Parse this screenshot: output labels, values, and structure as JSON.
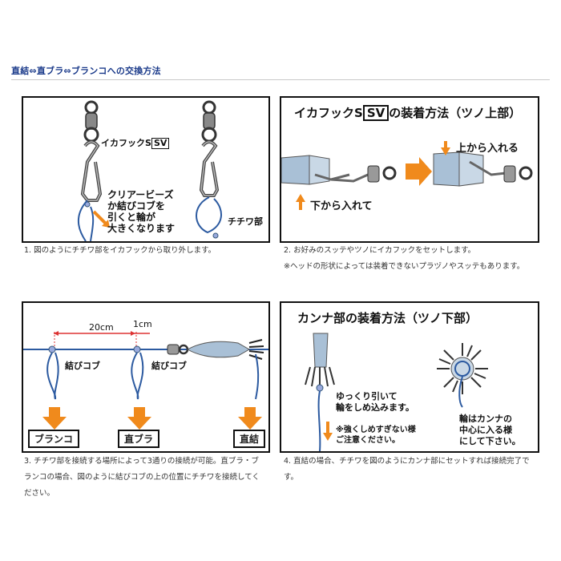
{
  "header": "直結⇔直ブラ⇔ブランコへの交換方法",
  "panel1": {
    "label_hook": "イカフックS",
    "label_sv": "SV",
    "label_beads": "クリアービーズ\nか結びコブを\n引くと輪が\n大きくなります",
    "label_chichiwa": "チチワ部"
  },
  "caption1": "1.  図のようにチチワ部をイカフックから取り外します。",
  "panel2": {
    "title_pre": "イカフックS",
    "title_sv": "SV",
    "title_post": "の装着方法（ツノ上部）",
    "label_top": "上から入れる",
    "label_bottom": "下から入れて"
  },
  "caption2": "2.  お好みのスッテやツノにイカフックをセットします。",
  "caption2b": "※ヘッドの形状によっては装着できないプラヅノやスッテもあります。",
  "panel3": {
    "label_20cm": "20cm",
    "label_1cm": "1cm",
    "label_knot1": "結びコブ",
    "label_knot2": "結びコブ",
    "box_buranko": "ブランコ",
    "box_chokubura": "直ブラ",
    "box_chokketsu": "直結"
  },
  "caption3": "3.  チチワ部を接続する場所によって3通りの接続が可能。直ブラ・ブランコの場合、図のように結びコブの上の位置にチチワを接続してください。",
  "panel4": {
    "title": "カンナ部の装着方法（ツノ下部）",
    "label_pull": "ゆっくり引いて\n輪をしめ込みます。",
    "label_note": "※強くしめすぎない様\nご注意ください。",
    "label_center": "輪はカンナの\n中心に入る様\nにして下さい。"
  },
  "caption4": "4.  直結の場合、チチワを図のようにカンナ部にセットすれば接続完了です。",
  "colors": {
    "line_blue": "#2c5aa0",
    "arrow_orange": "#f08a1c",
    "header_blue": "#1a3a8a"
  }
}
